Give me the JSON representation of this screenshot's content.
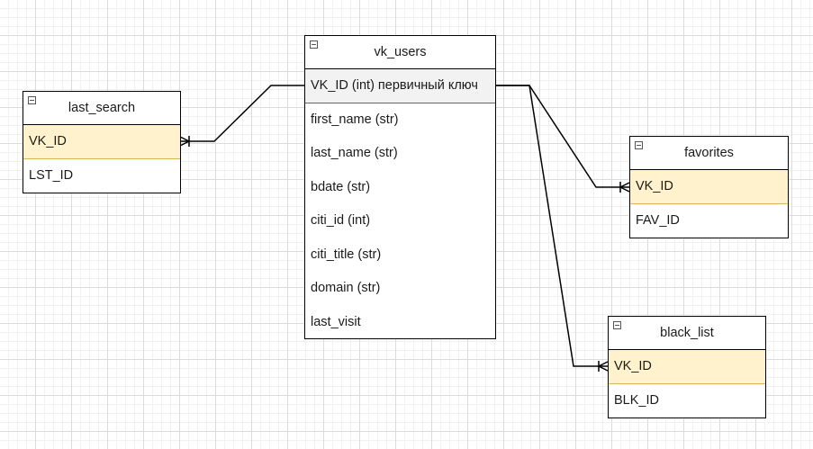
{
  "entities": {
    "vk_users": {
      "title": "vk_users",
      "rows": [
        "VK_ID (int) первичный ключ",
        "first_name (str)",
        "last_name (str)",
        "bdate (str)",
        "citi_id (int)",
        "citi_title (str)",
        "domain (str)",
        "last_visit"
      ]
    },
    "last_search": {
      "title": "last_search",
      "rows": [
        "VK_ID",
        "LST_ID"
      ]
    },
    "favorites": {
      "title": "favorites",
      "rows": [
        "VK_ID",
        "FAV_ID"
      ]
    },
    "black_list": {
      "title": "black_list",
      "rows": [
        "VK_ID",
        "BLK_ID"
      ]
    }
  },
  "relationships": [
    {
      "from": "vk_users.VK_ID",
      "to": "last_search.VK_ID",
      "cardinality": "one-to-many"
    },
    {
      "from": "vk_users.VK_ID",
      "to": "favorites.VK_ID",
      "cardinality": "one-to-many"
    },
    {
      "from": "vk_users.VK_ID",
      "to": "black_list.VK_ID",
      "cardinality": "one-to-many"
    }
  ],
  "colors": {
    "key_row_fill": "#fff2cc",
    "key_row_border": "#d6b656",
    "pk_row_fill": "#f2f2f2",
    "line": "#000000"
  }
}
